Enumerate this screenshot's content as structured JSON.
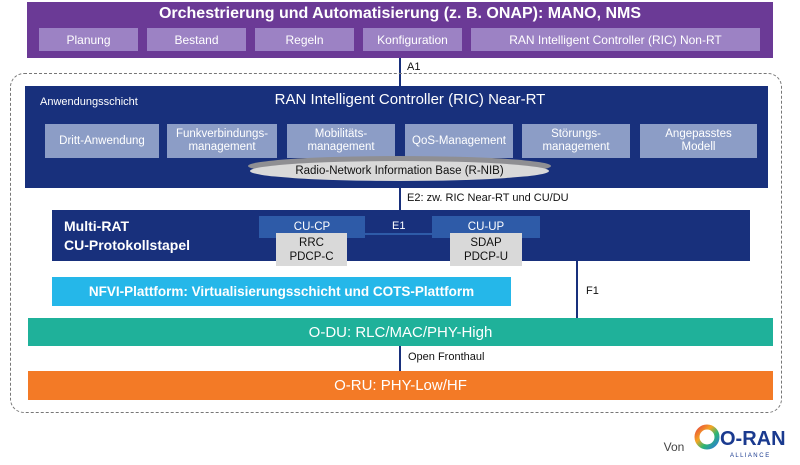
{
  "orchestration": {
    "title": "Orchestrierung und Automatisierung (z. B. ONAP): MANO, NMS",
    "items": [
      "Planung",
      "Bestand",
      "Regeln",
      "Konfiguration",
      "RAN Intelligent Controller (RIC) Non-RT"
    ]
  },
  "interfaces": {
    "a1": "A1",
    "e2": "E2: zw. RIC Near-RT und CU/DU",
    "e1": "E1",
    "f1": "F1",
    "fronthaul": "Open Fronthaul"
  },
  "ric_near_rt": {
    "layer_label": "Anwendungsschicht",
    "title": "RAN Intelligent Controller (RIC) Near-RT",
    "modules": [
      {
        "line1": "Dritt-Anwendung",
        "line2": ""
      },
      {
        "line1": "Funkverbindungs-",
        "line2": "management"
      },
      {
        "line1": "Mobilitäts-",
        "line2": "management"
      },
      {
        "line1": "QoS-Management",
        "line2": ""
      },
      {
        "line1": "Störungs-",
        "line2": "management"
      },
      {
        "line1": "Angepasstes",
        "line2": "Modell"
      }
    ],
    "rnib": "Radio-Network Information Base (R-NIB)"
  },
  "cu_stack": {
    "title_line1": "Multi-RAT",
    "title_line2": "CU-Protokollstapel",
    "cu_cp": {
      "head": "CU-CP",
      "line1": "RRC",
      "line2": "PDCP-C"
    },
    "cu_up": {
      "head": "CU-UP",
      "line1": "SDAP",
      "line2": "PDCP-U"
    }
  },
  "nfvi": "NFVI-Plattform: Virtualisierungsschicht und COTS-Plattform",
  "odu": "O-DU: RLC/MAC/PHY-High",
  "oru": "O-RU: PHY-Low/HF",
  "footer": {
    "by": "Von",
    "logo_text": "O-RAN",
    "logo_sub": "A L L I A N C E"
  },
  "colors": {
    "orchestration": "#6b3a96",
    "ric": "#18307c",
    "nfvi": "#25b7e9",
    "odu": "#1fb19a",
    "oru": "#f37a26"
  }
}
